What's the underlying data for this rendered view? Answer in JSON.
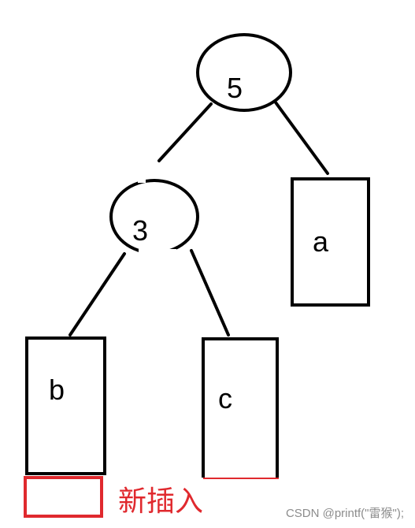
{
  "tree": {
    "root": {
      "label": "5"
    },
    "left": {
      "label": "3"
    },
    "subtree_a": {
      "label": "a"
    },
    "subtree_b": {
      "label": "b"
    },
    "subtree_c": {
      "label": "c"
    }
  },
  "inserted": {
    "label": "新插入"
  },
  "watermark": {
    "text": "CSDN @printf(\"雷猴\");"
  },
  "colors": {
    "stroke": "#000000",
    "highlight": "#e0292e",
    "watermark": "#8c8c8c"
  }
}
